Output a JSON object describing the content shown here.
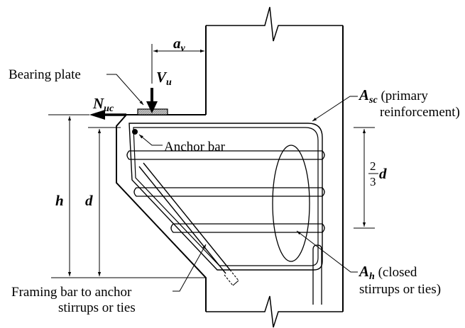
{
  "labels": {
    "bearing_plate": "Bearing plate",
    "anchor_bar": "Anchor bar",
    "framing_bar_line1": "Framing bar to anchor",
    "framing_bar_line2": "stirrups or ties",
    "asc_rest_line1": " (primary",
    "asc_line2": "reinforcement)",
    "ah_rest_line1": " (closed",
    "ah_line2": "stirrups or ties)"
  },
  "symbols": {
    "vu_main": "V",
    "vu_sub": "u",
    "nuc_main": "N",
    "nuc_sub": "uc",
    "av_main": "a",
    "av_sub": "v",
    "asc_main": "A",
    "asc_sub": "sc",
    "ah_main": "A",
    "ah_sub": "h",
    "h": "h",
    "d": "d",
    "frac_num": "2",
    "frac_den": "3",
    "frac_var": "d"
  },
  "colors": {
    "ink": "#000000",
    "plate_hatch": "#9a9a9a",
    "background": "#ffffff"
  }
}
